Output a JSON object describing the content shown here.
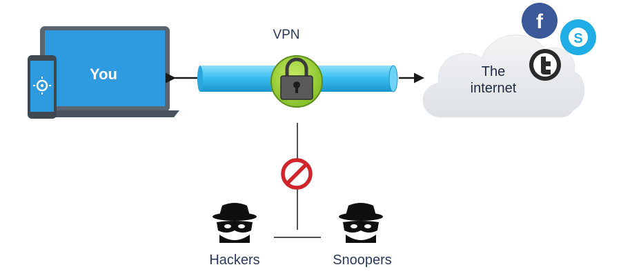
{
  "diagram": {
    "you_label": "You",
    "vpn_label": "VPN",
    "internet_label": "The\ninternet",
    "hackers_label": "Hackers",
    "snoopers_label": "Snoopers"
  },
  "icons": {
    "device": "laptop-and-phone",
    "tunnel_lock": "padlock",
    "cloud": "cloud",
    "social": [
      "facebook-logo",
      "skype-logo",
      "twitter-logo"
    ],
    "blocked": "prohibition-sign",
    "threat_actors": [
      "hacker-spy",
      "snooper-spy"
    ]
  },
  "colors": {
    "screen": "#2e9be0",
    "laptop_frame": "#5b6570",
    "tunnel": "#3cc0f0",
    "lock_circle": "#a7d83c",
    "cloud": "#e9ecef",
    "facebook": "#3b5998",
    "skype": "#1eaee5",
    "twitter": "#2a2a2a",
    "block": "#d0262b"
  }
}
